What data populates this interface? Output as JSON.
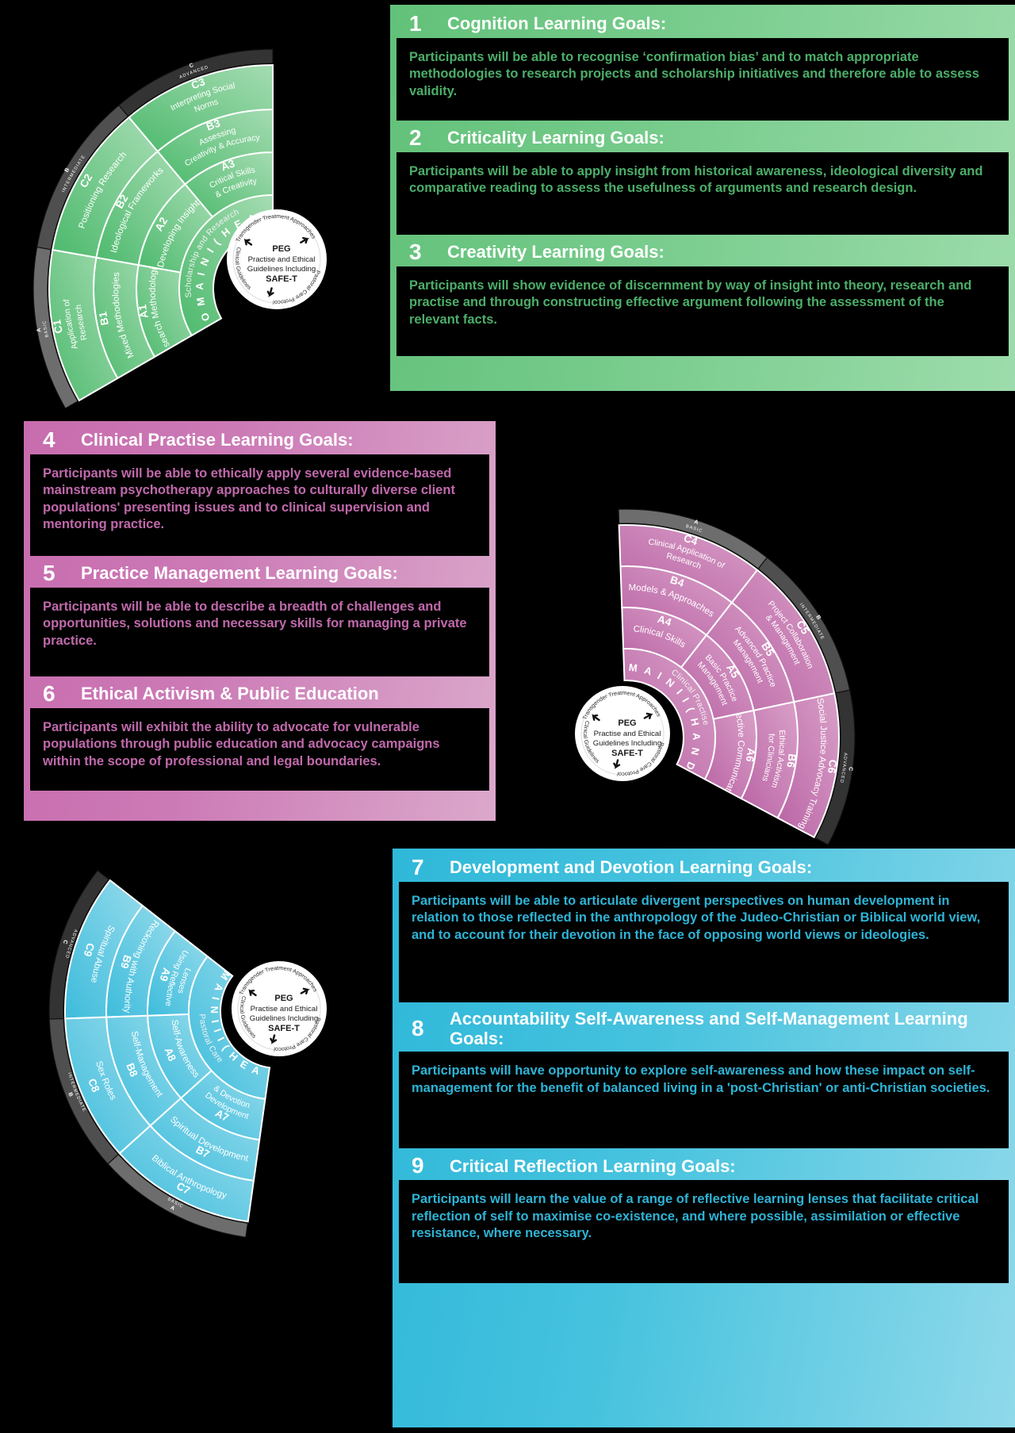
{
  "panels": [
    {
      "accent": "#62c179",
      "goals": [
        {
          "num": "1",
          "title": "Cognition Learning Goals:",
          "text": "Participants will be able to recognise ‘confirmation bias’ and to match appropriate methodologies to research projects and scholarship initiatives and therefore able to assess validity."
        },
        {
          "num": "2",
          "title": "Criticality Learning Goals:",
          "text": "Participants will be able to apply insight from historical awareness, ideological diversity and comparative reading to assess the usefulness of arguments and research design."
        },
        {
          "num": "3",
          "title": "Creativity Learning Goals:",
          "text": "Participants will show evidence of discernment by way of insight into theory, research and practise and through constructing effective argument following the assessment of the relevant facts."
        }
      ]
    },
    {
      "accent": "#c86cae",
      "goals": [
        {
          "num": "4",
          "title": "Clinical Practise Learning Goals:",
          "text": "Participants will be able to ethically apply several evidence-based mainstream psychotherapy approaches to culturally diverse client populations' presenting issues and to clinical supervision and mentoring practice."
        },
        {
          "num": "5",
          "title": "Practice Management Learning Goals:",
          "text": "Participants will be able to describe a breadth of challenges and opportunities, solutions and necessary skills for managing a private practice."
        },
        {
          "num": "6",
          "title": "Ethical Activism & Public Education",
          "text": "Participants will exhibit the ability to advocate for vulnerable populations through public education and advocacy campaigns within the scope of professional and legal boundaries."
        }
      ]
    },
    {
      "accent": "#2fb8d9",
      "goals": [
        {
          "num": "7",
          "title": "Development and Devotion Learning Goals:",
          "text": "Participants will be able to articulate divergent perspectives on human development in relation to those reflected in the anthropology of the Judeo-Christian or Biblical world view, and to account for their devotion in the face of opposing world views or ideologies."
        },
        {
          "num": "8",
          "title": "Accountability Self-Awareness and Self-Management Learning Goals:",
          "text": "Participants will have opportunity to explore self-awareness and how these impact on self-management for the benefit of balanced living in a 'post-Christian' or anti-Christian societies."
        },
        {
          "num": "9",
          "title": "Critical Reflection Learning Goals:",
          "text": "Participants will learn the value of a range of reflective learning lenses that facilitate critical reflection of self to maximise co-existence, and where possible, assimilation or effective resistance, where necessary."
        }
      ]
    }
  ],
  "peg": {
    "title": "PEG",
    "line1": "Practise and Ethical",
    "line2": "Guidelines Including",
    "line3": "SAFE-T",
    "ring": [
      "Transgender Treatment Approaches",
      "Pastoral Care Protocol",
      "Clinical Guidelines"
    ]
  },
  "levels": [
    {
      "code": "A",
      "label": "BASIC"
    },
    {
      "code": "B",
      "label": "INTERMEDIATE"
    },
    {
      "code": "C",
      "label": "ADVANCED"
    }
  ],
  "fans": [
    {
      "id": "fan-head",
      "domain": "D O M A I N   I   ( H E A D )",
      "domain_sub": "Scholarship and Research",
      "color": "#6cc481",
      "segments": [
        {
          "code": "A1",
          "label": "Research Methodologies"
        },
        {
          "code": "A2",
          "label": "Developing Insight"
        },
        {
          "code": "A3",
          "label": "Critical Skills & Creativity"
        },
        {
          "code": "B1",
          "label": "Mixed Methodologies"
        },
        {
          "code": "B2",
          "label": "Ideological Frameworks"
        },
        {
          "code": "B3",
          "label": "Assessing Creativity & Accuracy"
        },
        {
          "code": "C1",
          "label": "Application of Research"
        },
        {
          "code": "C2",
          "label": "Positioning Research"
        },
        {
          "code": "C3",
          "label": "Interpreting Social Norms"
        }
      ]
    },
    {
      "id": "fan-hands",
      "domain": "D O M A I N   I I   ( H A N D S )",
      "domain_sub": "Clinical Practise",
      "color": "#c673b0",
      "segments": [
        {
          "code": "A4",
          "label": "Clinical Skills"
        },
        {
          "code": "A5",
          "label": "Basic Practice Management"
        },
        {
          "code": "A6",
          "label": "Effective Communication"
        },
        {
          "code": "B4",
          "label": "Models & Approaches"
        },
        {
          "code": "B5",
          "label": "Advanced Practice Management"
        },
        {
          "code": "B6",
          "label": "Ethical Activism for Clinicians"
        },
        {
          "code": "C4",
          "label": "Clinical Application of Research"
        },
        {
          "code": "C5",
          "label": "Project Collaboration & Management"
        },
        {
          "code": "C6",
          "label": "Social Justice Advocacy Training"
        }
      ]
    },
    {
      "id": "fan-heart",
      "domain": "D O M A I N   I I I   ( H E A R T )",
      "domain_sub": "Pastoral Care",
      "color": "#5ec6e0",
      "segments": [
        {
          "code": "A7",
          "label": "Development & Devotion"
        },
        {
          "code": "A8",
          "label": "Self-Awareness"
        },
        {
          "code": "A9",
          "label": "Using Reflective Lenses"
        },
        {
          "code": "B7",
          "label": "Spiritual Development"
        },
        {
          "code": "B8",
          "label": "Self-Management"
        },
        {
          "code": "B9",
          "label": "Reckoning with Authority"
        },
        {
          "code": "C7",
          "label": "Biblical Anthropology"
        },
        {
          "code": "C8",
          "label": "Sex Roles"
        },
        {
          "code": "C9",
          "label": "Spiritual Abuse"
        }
      ]
    }
  ]
}
